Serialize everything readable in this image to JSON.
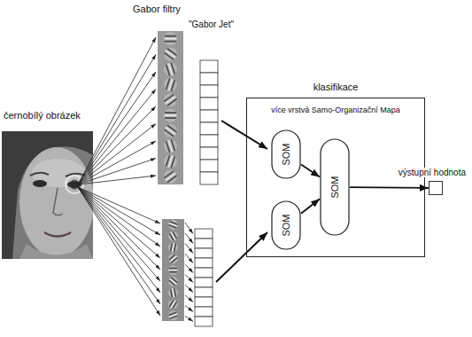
{
  "diagram": {
    "nodes": [
      {
        "text": [
          "klasifikace",
          "více vrstvá Samo-Organizační Mapa"
        ]
      },
      {
        "text": [
          "SOM"
        ],
        "in": 0
      },
      {
        "text": [
          "SOM"
        ],
        "in": 0
      },
      {
        "text": [
          "SOM"
        ],
        "in": 0
      },
      {
        "text": [
          "výstupní hodnota"
        ]
      }
    ],
    "edges": [
      {
        "from": 1,
        "to": 3,
        "arrow": "to"
      },
      {
        "from": 2,
        "to": 3,
        "arrow": "to"
      },
      {
        "from": 3,
        "to": 4,
        "arrow": "to"
      }
    ],
    "labels": [
      "černobílý obrázek",
      "Gabor filtry",
      "\"Gabor Jet\""
    ]
  }
}
